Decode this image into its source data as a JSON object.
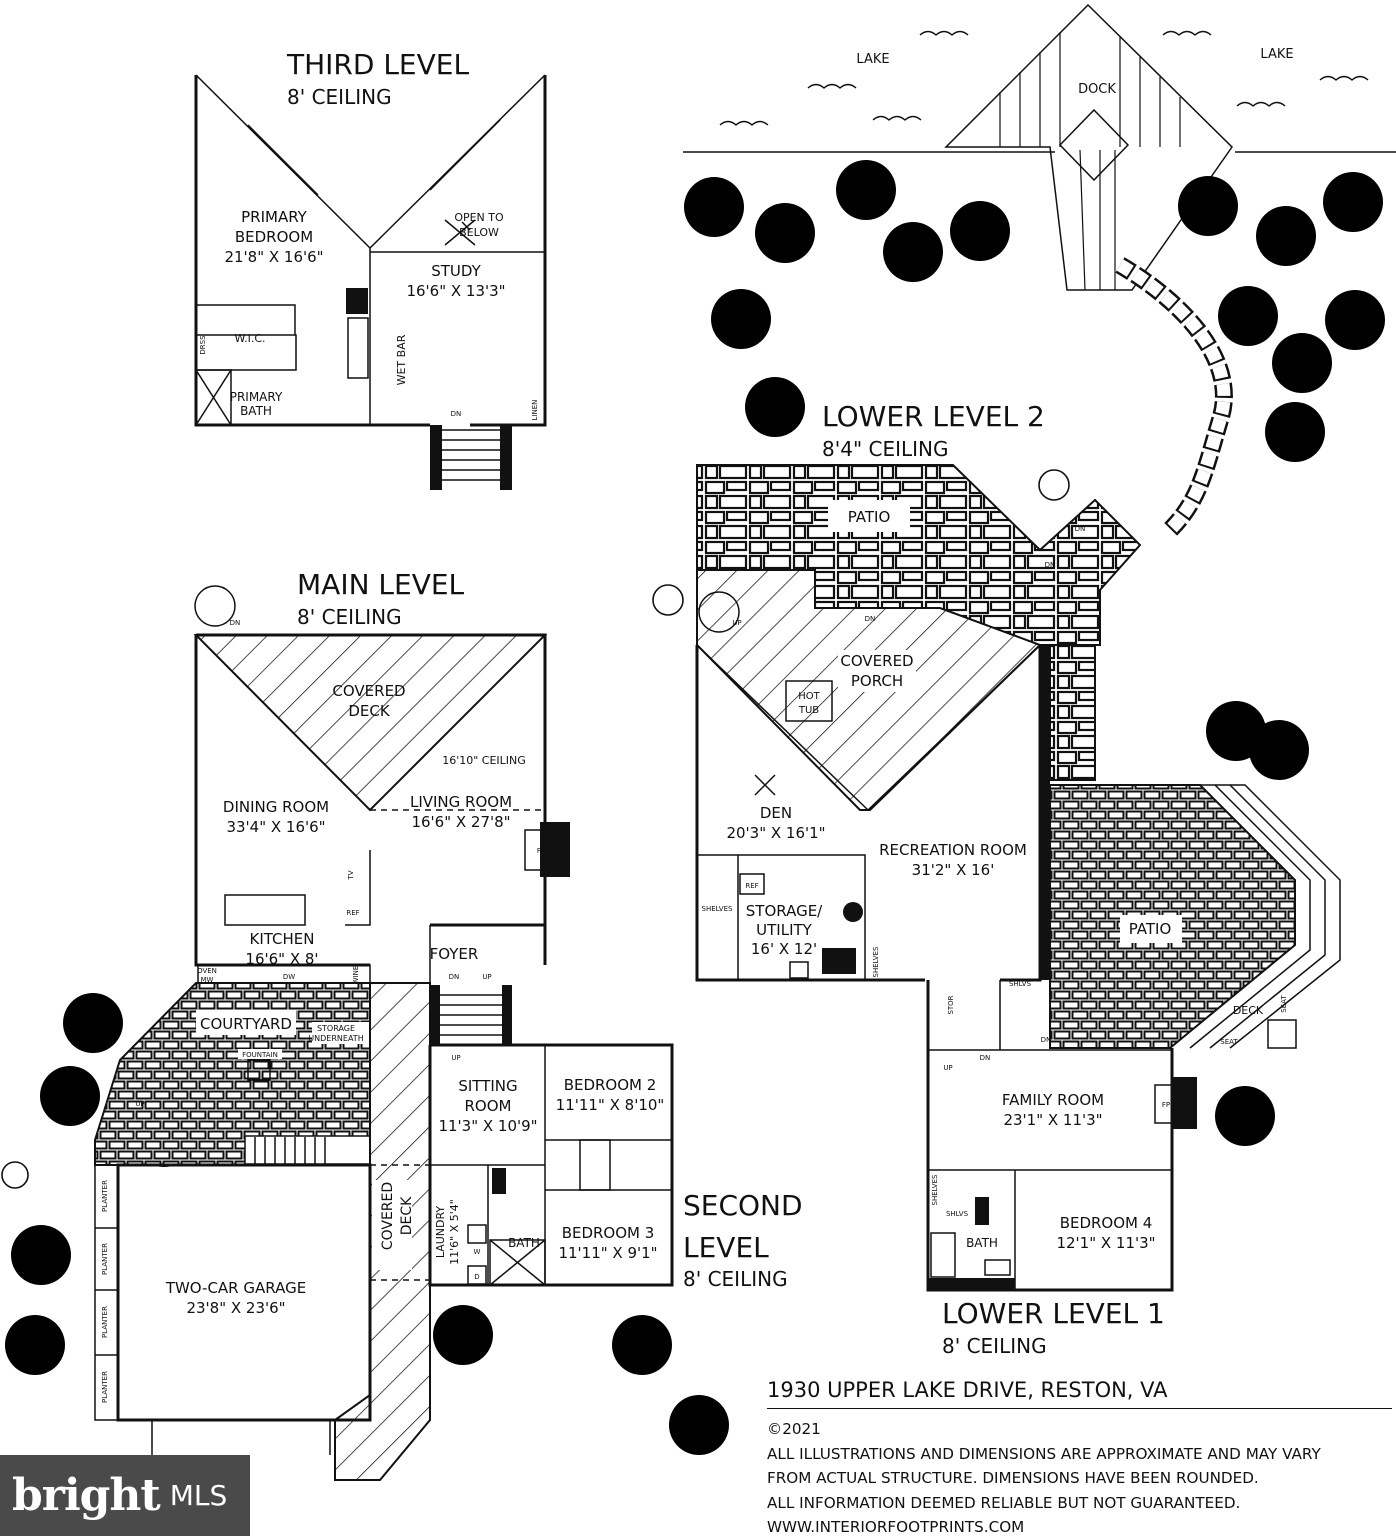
{
  "levels": {
    "third": {
      "title": "THIRD LEVEL",
      "ceiling": "8' CEILING"
    },
    "main": {
      "title": "MAIN LEVEL",
      "ceiling": "8' CEILING"
    },
    "second": {
      "title_1": "SECOND",
      "title_2": "LEVEL",
      "ceiling": "8' CEILING"
    },
    "lower2": {
      "title": "LOWER LEVEL 2",
      "ceiling": "8'4\" CEILING"
    },
    "lower1": {
      "title": "LOWER LEVEL 1",
      "ceiling": "8' CEILING"
    }
  },
  "rooms": {
    "primary_bedroom": {
      "name_1": "PRIMARY",
      "name_2": "BEDROOM",
      "dims": "21'8\" X 16'6\""
    },
    "open_to_below": {
      "line_1": "OPEN TO",
      "line_2": "BELOW"
    },
    "study": {
      "name": "STUDY",
      "dims": "16'6\" X 13'3\""
    },
    "wic": {
      "name": "W.I.C."
    },
    "dress": {
      "name": "DRSS"
    },
    "primary_bath": {
      "name_1": "PRIMARY",
      "name_2": "BATH"
    },
    "wet_bar": {
      "name": "WET BAR"
    },
    "linen": {
      "name": "LINEN"
    },
    "covered_deck": {
      "name_1": "COVERED",
      "name_2": "DECK"
    },
    "deck_ceiling": {
      "name": "16'10\" CEILING"
    },
    "dining_room": {
      "name": "DINING ROOM",
      "dims": "33'4\" X 16'6\""
    },
    "living_room": {
      "name": "LIVING ROOM",
      "dims": "16'6\" X 27'8\""
    },
    "kitchen": {
      "name": "KITCHEN",
      "dims": "16'6\" X 8'"
    },
    "foyer": {
      "name": "FOYER"
    },
    "courtyard": {
      "name": "COURTYARD"
    },
    "storage_underneath": {
      "line_1": "STORAGE",
      "line_2": "UNDERNEATH"
    },
    "fountain": {
      "name": "FOUNTAIN"
    },
    "garage": {
      "name": "TWO-CAR GARAGE",
      "dims": "23'8\" X 23'6\""
    },
    "covered_deck_side": {
      "name_1": "COVERED",
      "name_2": "DECK"
    },
    "sitting_room": {
      "name_1": "SITTING",
      "name_2": "ROOM",
      "dims": "11'3\" X 10'9\""
    },
    "bedroom2": {
      "name": "BEDROOM 2",
      "dims": "11'11\" X 8'10\""
    },
    "bedroom3": {
      "name": "BEDROOM 3",
      "dims": "11'11\" X 9'1\""
    },
    "laundry": {
      "name": "LAUNDRY",
      "dims": "11'6\" X 5'4\""
    },
    "bath_second": {
      "name": "BATH"
    },
    "patio_upper": {
      "name": "PATIO"
    },
    "covered_porch": {
      "name_1": "COVERED",
      "name_2": "PORCH"
    },
    "hot_tub": {
      "name_1": "HOT",
      "name_2": "TUB"
    },
    "den": {
      "name": "DEN",
      "dims": "20'3\" X 16'1\""
    },
    "recreation_room": {
      "name": "RECREATION ROOM",
      "dims": "31'2\" X 16'"
    },
    "storage_utility": {
      "name_1": "STORAGE/",
      "name_2": "UTILITY",
      "dims": "16' X 12'"
    },
    "patio_lower": {
      "name": "PATIO"
    },
    "deck_lower": {
      "name": "DECK"
    },
    "family_room": {
      "name": "FAMILY ROOM",
      "dims": "23'1\" X 11'3\""
    },
    "bedroom4": {
      "name": "BEDROOM 4",
      "dims": "12'1\" X 11'3\""
    },
    "bath_lower": {
      "name": "BATH"
    },
    "dock": {
      "name": "DOCK"
    }
  },
  "labels": {
    "lake": "LAKE",
    "dn": "DN",
    "up": "UP",
    "fp": "FP",
    "ref": "REF",
    "tv": "TV",
    "oven_mw_1": "OVEN",
    "oven_mw_2": "MW",
    "dw": "DW",
    "wine": "WINE",
    "planter": "PLANTER",
    "shelves": "SHELVES",
    "shlvs": "SHLVS",
    "stor": "STOR",
    "seat": "SEAT",
    "w": "W",
    "d": "D"
  },
  "footer": {
    "address": "1930 UPPER LAKE DRIVE, RESTON, VA",
    "copyright": "©2021",
    "disclaimer_1": "ALL ILLUSTRATIONS AND DIMENSIONS ARE APPROXIMATE AND MAY VARY",
    "disclaimer_2": "FROM ACTUAL STRUCTURE. DIMENSIONS HAVE BEEN ROUNDED.",
    "disclaimer_3": "ALL INFORMATION DEEMED RELIABLE BUT NOT GUARANTEED.",
    "website": "WWW.INTERIORFOOTPRINTS.COM"
  },
  "logo": {
    "brand": "bright",
    "suffix": "MLS"
  }
}
